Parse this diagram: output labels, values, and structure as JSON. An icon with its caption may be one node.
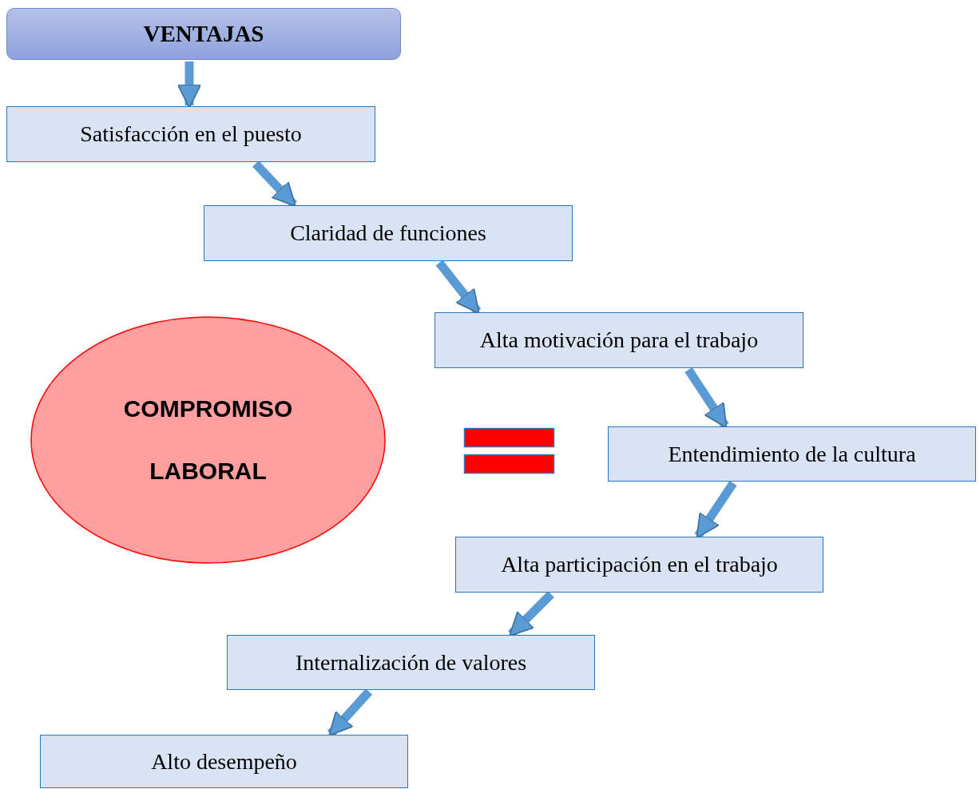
{
  "diagram": {
    "nodes": [
      {
        "text": [
          "VENTAJAS"
        ]
      },
      {
        "text": [
          "Satisfacción en el puesto"
        ]
      },
      {
        "text": [
          "Claridad de funciones"
        ]
      },
      {
        "text": [
          "Alta motivación para el trabajo"
        ]
      },
      {
        "text": [
          "Entendimiento de la cultura"
        ]
      },
      {
        "text": [
          "Alta participación en el trabajo"
        ]
      },
      {
        "text": [
          "Internalización de valores"
        ]
      },
      {
        "text": [
          "Alto desempeño"
        ]
      },
      {
        "text": [
          "COMPROMISO LABORAL"
        ]
      }
    ],
    "edges": [
      {
        "from": 0,
        "to": 1,
        "arrow": "to"
      },
      {
        "from": 1,
        "to": 2,
        "arrow": "to"
      },
      {
        "from": 2,
        "to": 3,
        "arrow": "to"
      },
      {
        "from": 3,
        "to": 4,
        "arrow": "to"
      },
      {
        "from": 4,
        "to": 5,
        "arrow": "to"
      },
      {
        "from": 5,
        "to": 6,
        "arrow": "to"
      },
      {
        "from": 6,
        "to": 7,
        "arrow": "to"
      }
    ]
  }
}
